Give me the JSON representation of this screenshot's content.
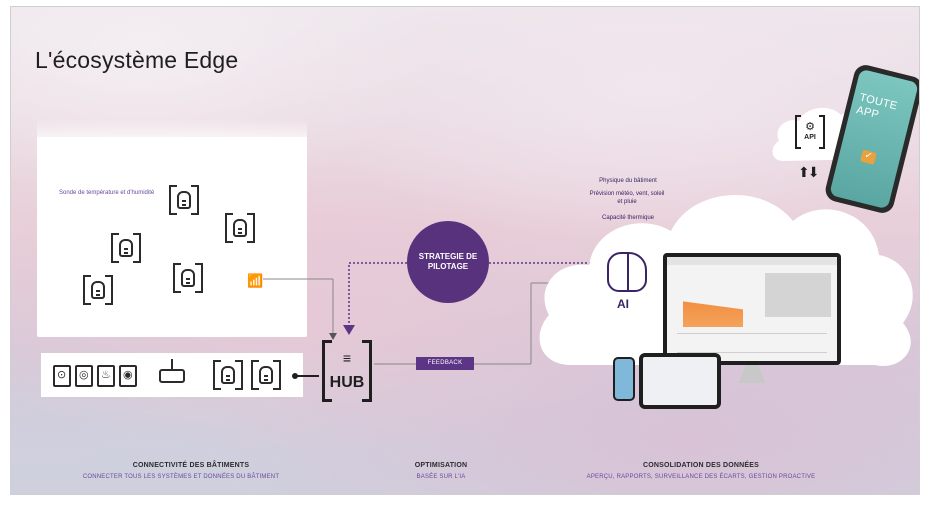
{
  "title": "L'écosystème Edge",
  "sensors": {
    "caption": "Sonde de température et d'humidité"
  },
  "hub": {
    "label": "HUB"
  },
  "strategie": {
    "label": "STRATEGIE DE PILOTAGE"
  },
  "feedback": {
    "label": "FEEDBACK"
  },
  "cloud": {
    "line1": "Physique du bâtiment",
    "line2": "Prévision météo, vent, soleil et pluie",
    "line3": "Capacité thermique",
    "ai_label": "AI"
  },
  "api": {
    "label": "API"
  },
  "phone": {
    "text": "TOUTE APP"
  },
  "footer": {
    "col1_title": "CONNECTIVITÉ DES BÂTIMENTS",
    "col1_sub": "CONNECTER TOUS LES SYSTÈMES ET DONNÉES DU BÂTIMENT",
    "col2_title": "OPTIMISATION",
    "col2_sub": "BASÉE SUR L'IA",
    "col3_title": "CONSOLIDATION DES DONNÉES",
    "col3_sub": "APERÇU, RAPPORTS, SURVEILLANCE DES ÉCARTS, GESTION PROACTIVE"
  },
  "colors": {
    "accent": "#59327e",
    "dark": "#1f1f1f"
  }
}
